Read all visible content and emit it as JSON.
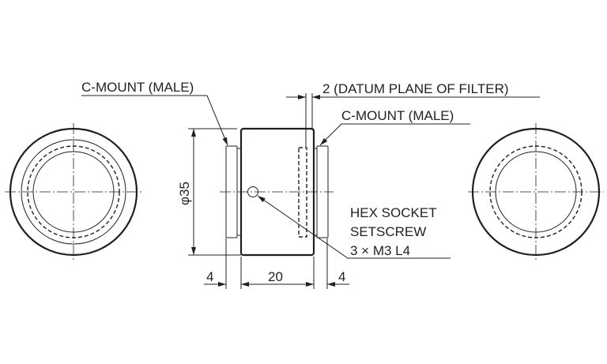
{
  "labels": {
    "c_mount_left": "C-MOUNT (MALE)",
    "c_mount_right": "C-MOUNT (MALE)",
    "datum": "2 (DATUM PLANE OF FILTER)",
    "diameter": "φ35",
    "hex_line1": "HEX SOCKET",
    "hex_line2": "SETSCREW",
    "hex_line3": "3 × M3 L4",
    "dim_left": "4",
    "dim_body": "20",
    "dim_right": "4"
  }
}
